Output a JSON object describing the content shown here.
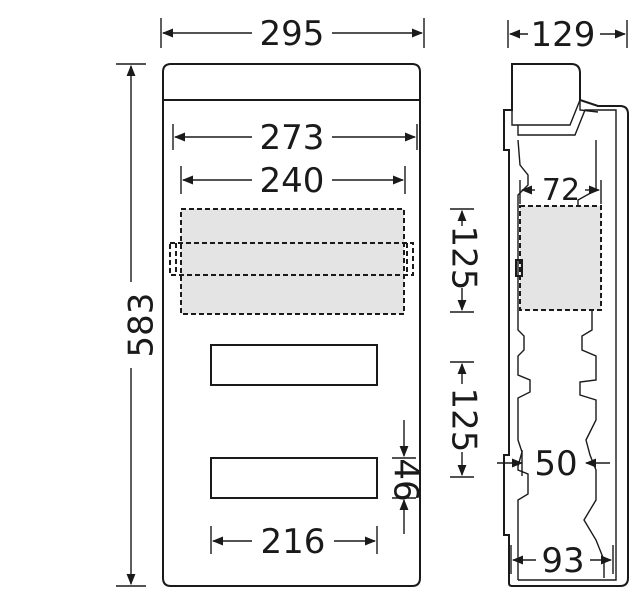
{
  "dimensions": {
    "front_width": "295",
    "side_depth": "129",
    "inner_width": "273",
    "rail_width": "240",
    "height": "583",
    "rail_pitch_top": "125",
    "rail_pitch_bottom": "125",
    "cutout_height": "46",
    "cutout_width": "216",
    "side_inner_depth": "72",
    "side_mid_depth": "50",
    "side_base_depth": "93"
  },
  "colors": {
    "line": "#1a1a1a",
    "shade": "#e4e4e4",
    "background": "#ffffff"
  }
}
